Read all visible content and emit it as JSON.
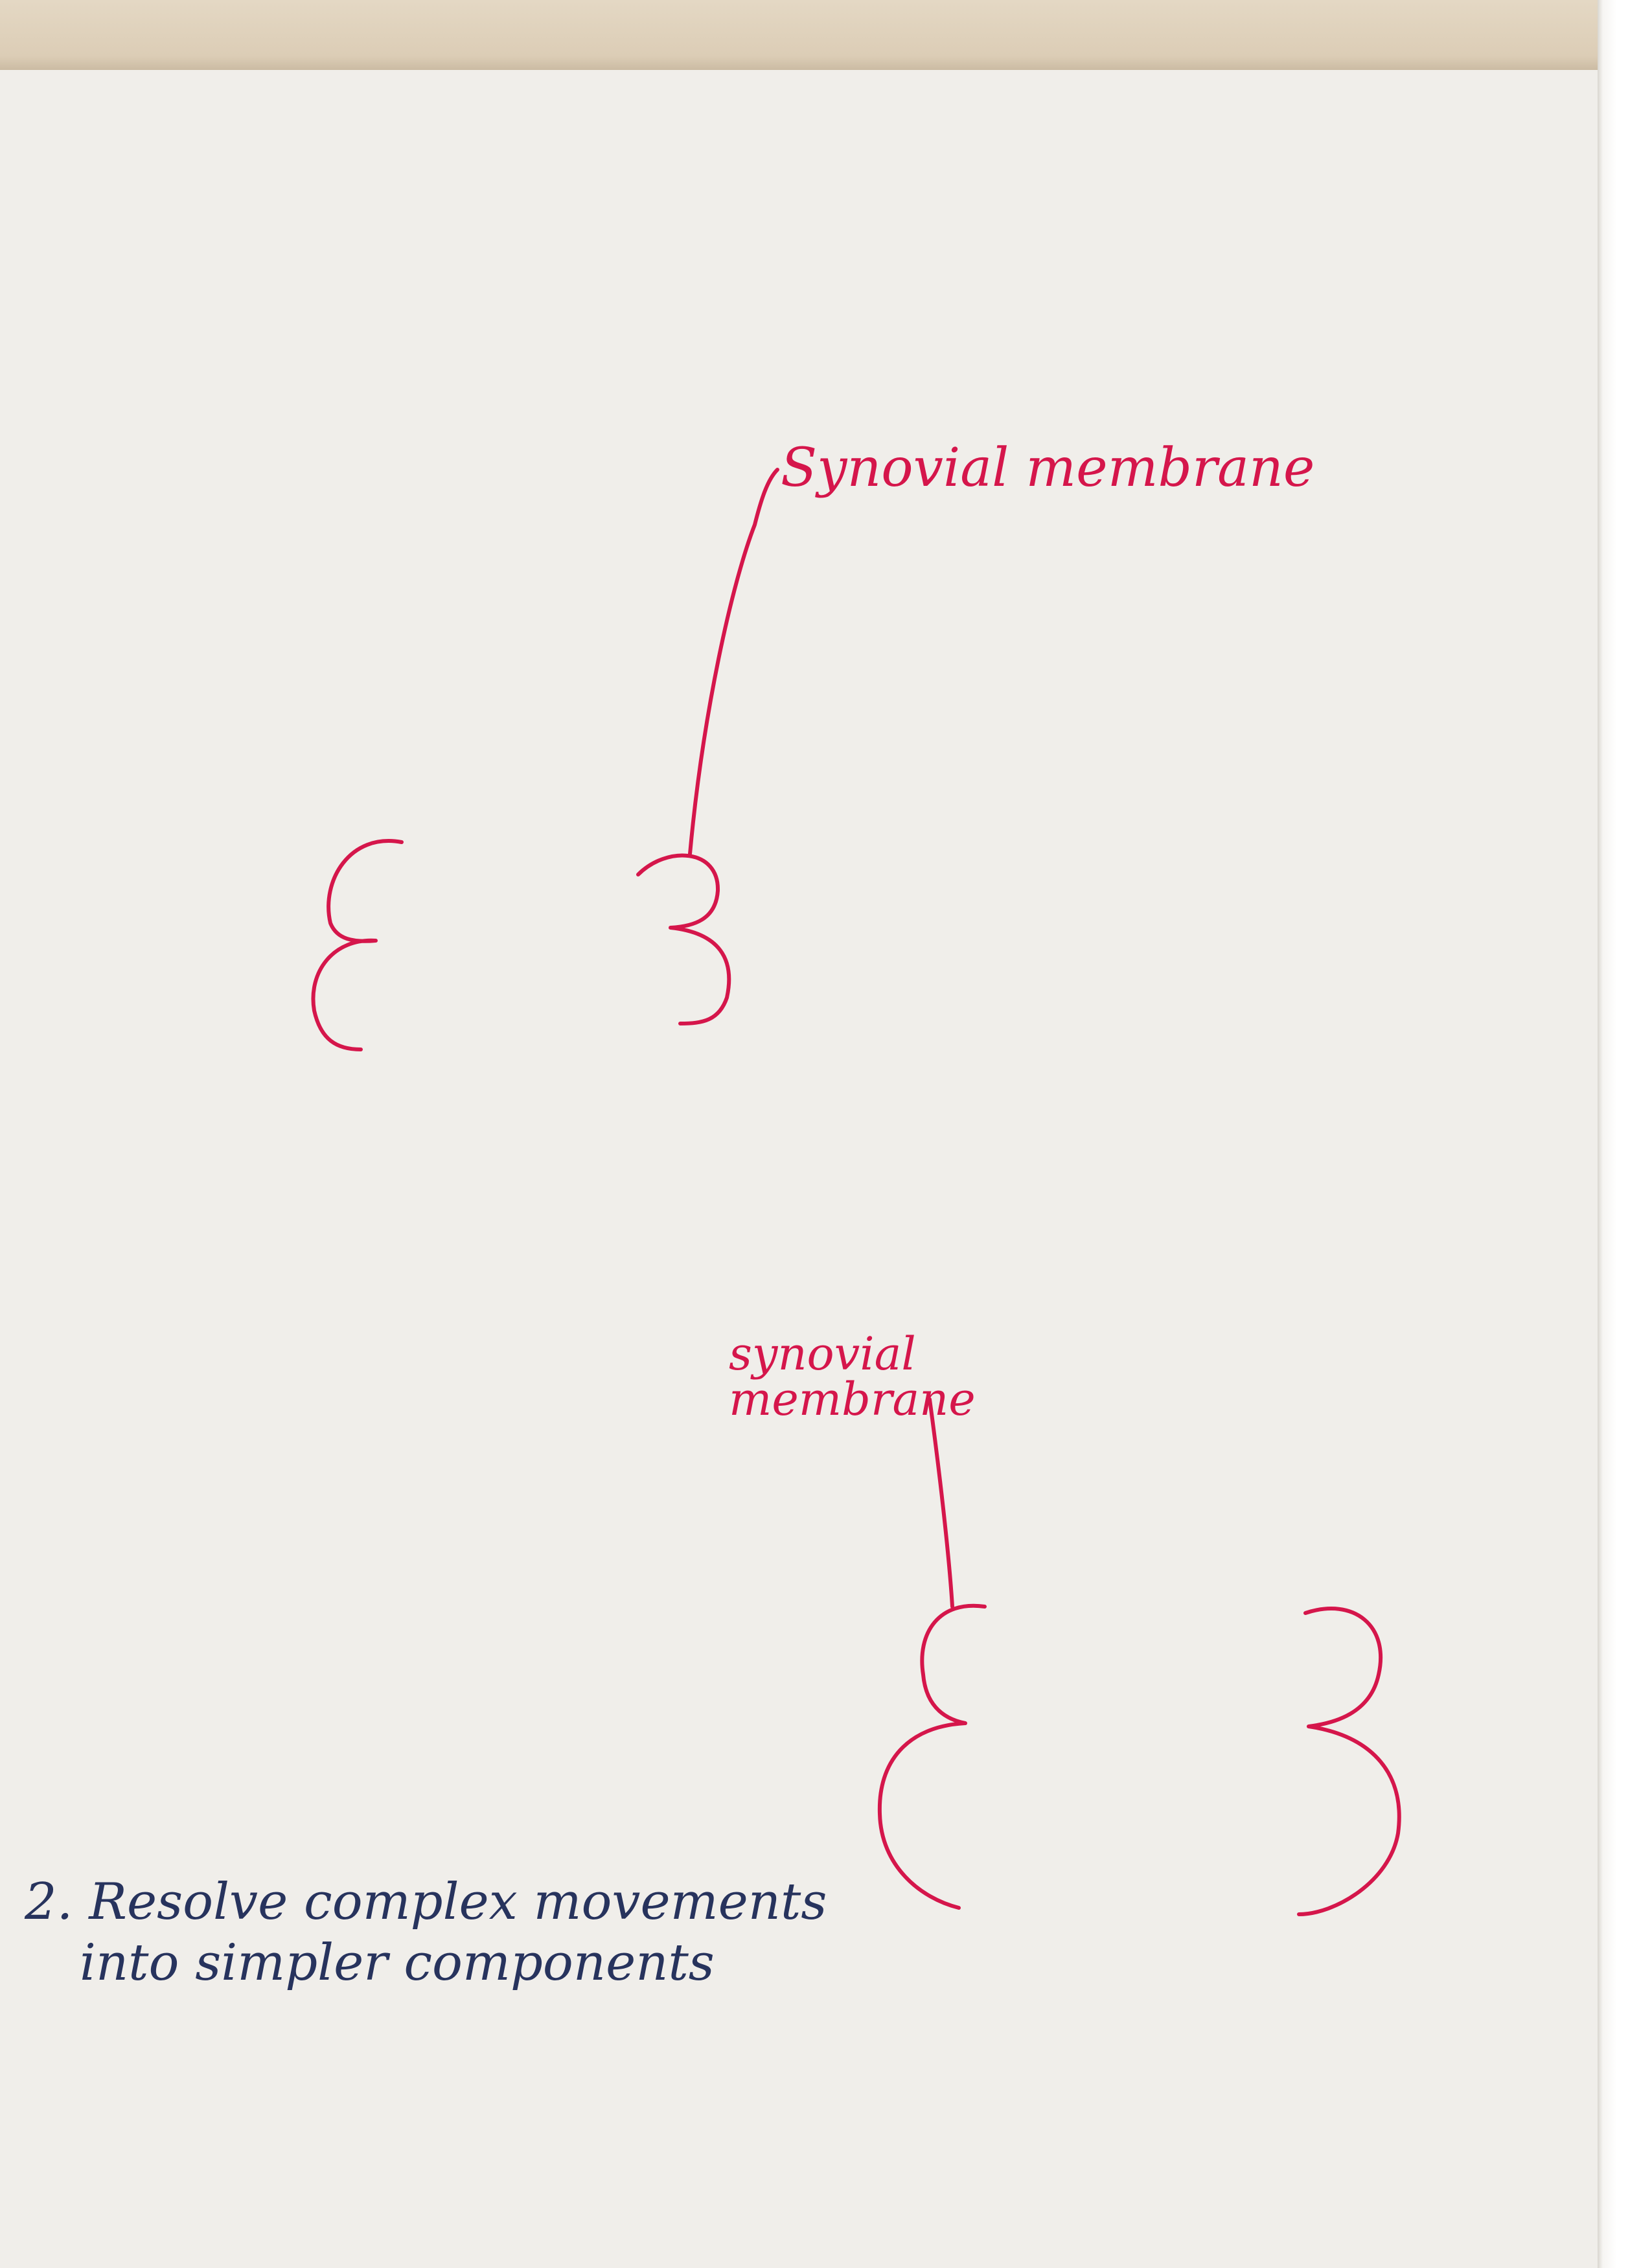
{
  "annotations": {
    "top_label": "Synovial membrane",
    "bottom_label_line1": "synovial",
    "bottom_label_line2": "membrane"
  },
  "note": {
    "line1": "2. Resolve complex movements",
    "line2": "into simpler components"
  },
  "colors": {
    "red_ink": "#d5164b",
    "blue_ink": "#27335d",
    "paper": "#f0eeea"
  }
}
